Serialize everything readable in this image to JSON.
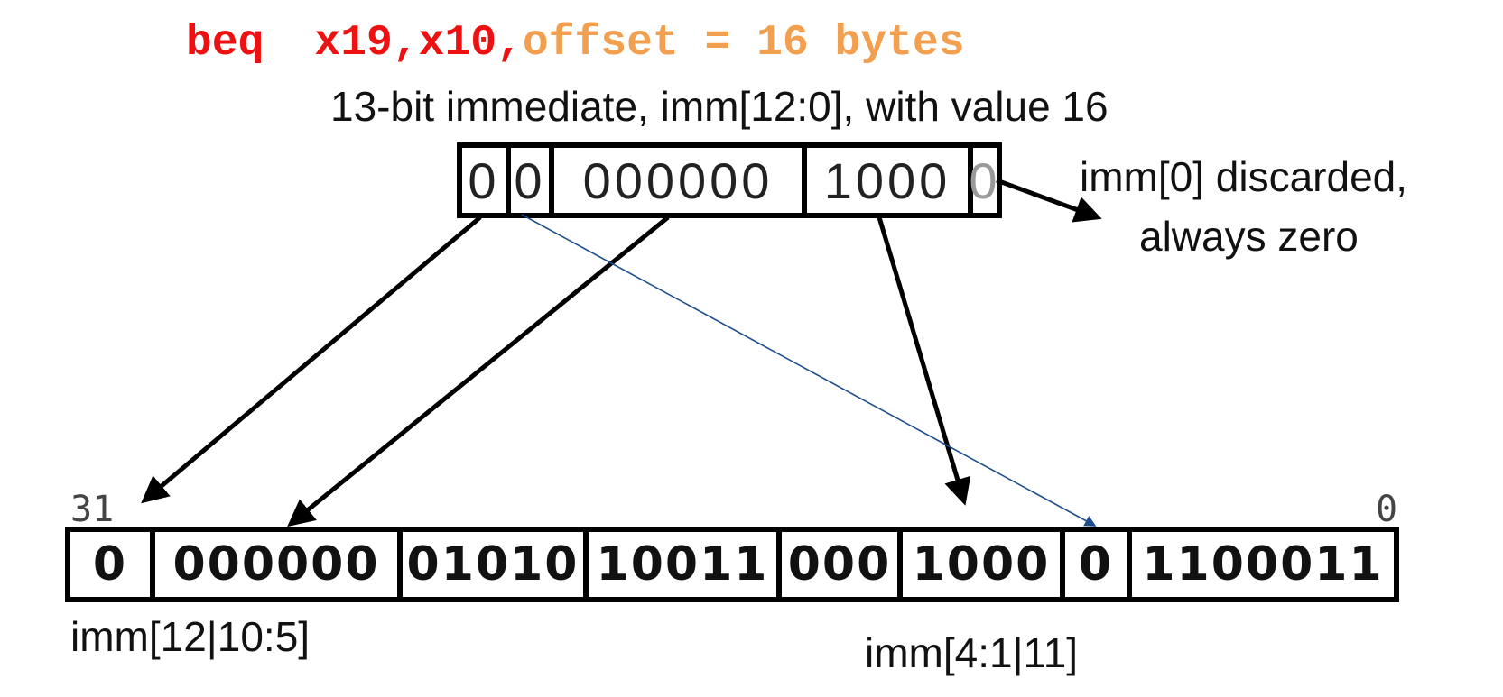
{
  "instruction": {
    "opcode": "beq",
    "operands": "x19,x10,",
    "offset_text": "offset = 16 bytes"
  },
  "immediate": {
    "caption": "13-bit immediate, imm[12:0], with value 16",
    "fields": [
      "0",
      "0",
      "000000",
      "1000",
      "0"
    ],
    "discard_note_line1": "imm[0] discarded,",
    "discard_note_line2": "always zero"
  },
  "encoding": {
    "bit_high": "31",
    "bit_low": "0",
    "fields": [
      "0",
      "000000",
      "01010",
      "10011",
      "000",
      "1000",
      "0",
      "1100011"
    ],
    "label_left": "imm[12|10:5]",
    "label_right": "imm[4:1|11]"
  },
  "colors": {
    "register_text": "#ee1111",
    "offset_text": "#f2a050",
    "arrow_black": "#000000",
    "arrow_blue": "#1f4e8c",
    "discarded_bit": "#9a9a9a"
  }
}
